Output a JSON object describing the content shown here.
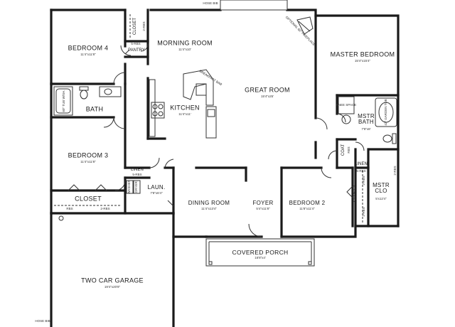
{
  "rooms": {
    "bedroom4": {
      "name": "BEDROOM 4",
      "dim": "11'4\"x11'8\""
    },
    "closet_b4": {
      "name": "CLOSET"
    },
    "morning_room": {
      "name": "MORNING ROOM",
      "dim": "11'4\"x10'"
    },
    "pantry": {
      "name": "PANTRY"
    },
    "shelf_pantry": {
      "name": "5-RBS"
    },
    "shelf_closet_b4": {
      "name": "2-RBS"
    },
    "master_bedroom": {
      "name": "MASTER BEDROOM",
      "dim": "15'4\"x15'4\""
    },
    "great_room": {
      "name": "GREAT ROOM",
      "dim": "15'4\"x25'"
    },
    "kitchen": {
      "name": "KITCHEN",
      "dim": "11'4\"x11'"
    },
    "breakfast_bar": {
      "name": "BREAKFAST BAR"
    },
    "fireplace": {
      "name": "OPTIONAL 60\" FIREPLACE"
    },
    "bath": {
      "name": "BATH"
    },
    "tub": {
      "name": "60\" TUB W/SH."
    },
    "bedroom3": {
      "name": "BEDROOM 3",
      "dim": "11'4\"x11'8\""
    },
    "closet_b3": {
      "name": "CLOSET"
    },
    "closet_b3_rbs1": {
      "name": "RBS"
    },
    "closet_b3_rbs2": {
      "name": "2-RBS"
    },
    "linen": {
      "name": "LINEN"
    },
    "linen_rbs": {
      "name": "5-RBS"
    },
    "laundry": {
      "name": "LAUN.",
      "dim": "7'8\"x6'4\""
    },
    "dining_room": {
      "name": "DINING ROOM",
      "dim": "11'4\"x13'4\""
    },
    "foyer": {
      "name": "FOYER",
      "dim": "5'4\"x11'8\""
    },
    "bedroom2": {
      "name": "BEDROOM 2",
      "dim": "11'8\"x11'4\""
    },
    "coat": {
      "name": "COAT"
    },
    "coat_rbs": {
      "name": "RBS"
    },
    "knee_space": {
      "name": "KNEE SPACE"
    },
    "mstr_bath": {
      "name": "MSTR BATH",
      "dim": "7'8\"x8'"
    },
    "garden_tub": {
      "name": "42\" GARDEN TUB"
    },
    "mstr_linen": {
      "name": "LINEN"
    },
    "mstr_linen_rbs": {
      "name": "5-RBS"
    },
    "mstr_clo": {
      "name": "MSTR CLO",
      "dim": "5'x12'4\""
    },
    "mstr_clo_rbs": {
      "name": "2-RBS"
    },
    "closet_b2": {
      "name": "CLOSET"
    },
    "closet_b2_rbs1": {
      "name": "2-RBS"
    },
    "closet_b2_rbs2": {
      "name": "2-RBS"
    },
    "covered_porch": {
      "name": "COVERED PORCH",
      "dim": "16'8\"x4'"
    },
    "garage": {
      "name": "TWO CAR GARAGE",
      "dim": "19'4\"x20'8\""
    },
    "hose_bib_top": {
      "name": "HOSE BIB"
    },
    "hose_bib_bottom": {
      "name": "HOSE BIB"
    },
    "laundry_w": {
      "name": "WASHER"
    },
    "laundry_d": {
      "name": "DRYER"
    }
  }
}
